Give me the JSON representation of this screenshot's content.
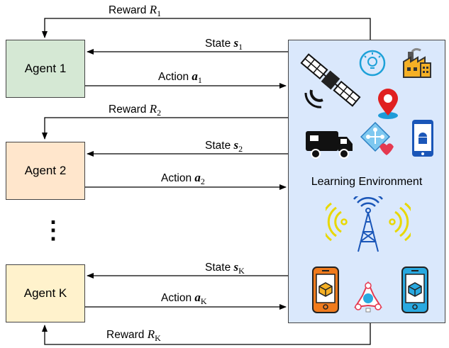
{
  "agents": [
    {
      "label": "Agent 1",
      "fill": "#d5e8d4"
    },
    {
      "label": "Agent 2",
      "fill": "#ffe6cc"
    },
    {
      "label": "Agent K",
      "fill": "#fff2cc"
    }
  ],
  "ellipsis": "⋮",
  "environment": {
    "title": "Learning Environment",
    "fill": "#dae8fc"
  },
  "signals": {
    "agent1": {
      "reward_word": "Reward",
      "reward_sym": "R",
      "reward_sub": "1",
      "state_word": "State",
      "state_sym": "s",
      "state_sub": "1",
      "action_word": "Action",
      "action_sym": "a",
      "action_sub": "1"
    },
    "agent2": {
      "reward_word": "Reward",
      "reward_sym": "R",
      "reward_sub": "2",
      "state_word": "State",
      "state_sym": "s",
      "state_sub": "2",
      "action_word": "Action",
      "action_sym": "a",
      "action_sub": "2"
    },
    "agentK": {
      "reward_word": "Reward",
      "reward_sym": "R",
      "reward_sub": "K",
      "state_word": "State",
      "state_sym": "s",
      "state_sub": "K",
      "action_word": "Action",
      "action_sym": "a",
      "action_sub": "K"
    }
  },
  "icons": [
    "satellite-icon",
    "smart-bulb-icon",
    "factory-icon",
    "location-pin-icon",
    "truck-icon",
    "health-monitor-icon",
    "android-phone-icon",
    "cell-tower-icon",
    "orange-phone-icon",
    "drone-icon",
    "blue-phone-icon"
  ]
}
